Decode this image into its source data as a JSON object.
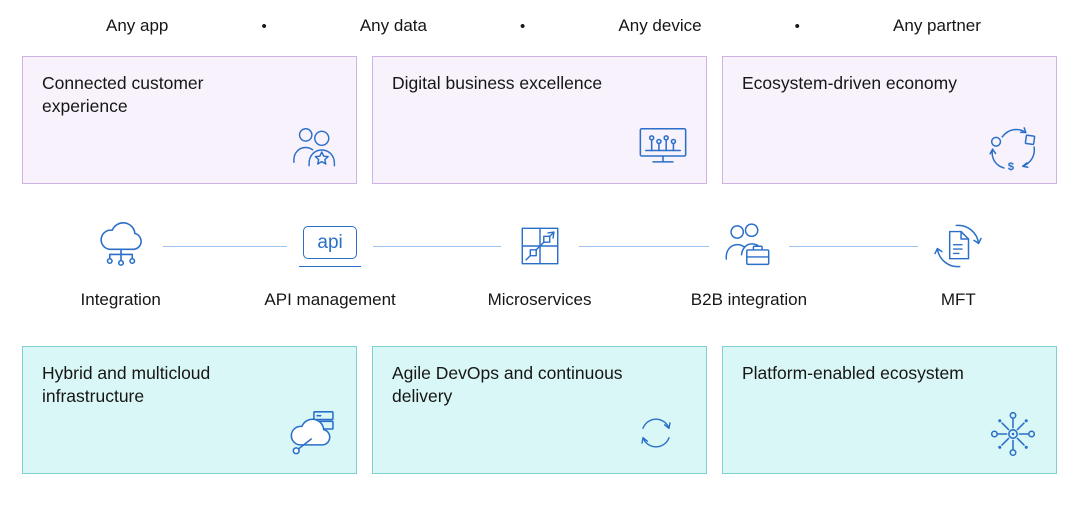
{
  "header": {
    "items": [
      "Any app",
      "Any data",
      "Any device",
      "Any partner"
    ],
    "separator": "•"
  },
  "top_boxes": [
    {
      "title": "Connected customer experience",
      "icon": "people-star-icon"
    },
    {
      "title": "Digital business excellence",
      "icon": "monitor-chart-icon"
    },
    {
      "title": "Ecosystem-driven economy",
      "icon": "circular-economy-icon"
    }
  ],
  "middle": {
    "items": [
      {
        "label": "Integration",
        "icon": "cloud-circuit-icon"
      },
      {
        "label": "API management",
        "icon": "api-chip-icon",
        "icon_text": "api"
      },
      {
        "label": "Microservices",
        "icon": "microservices-grid-icon"
      },
      {
        "label": "B2B integration",
        "icon": "people-briefcase-icon"
      },
      {
        "label": "MFT",
        "icon": "document-sync-icon"
      }
    ]
  },
  "bottom_boxes": [
    {
      "title": "Hybrid and multicloud infrastructure",
      "icon": "hybrid-cloud-icon"
    },
    {
      "title": "Agile DevOps and continuous delivery",
      "icon": "devops-loop-icon"
    },
    {
      "title": "Platform-enabled ecosystem",
      "icon": "ecosystem-network-icon"
    }
  ],
  "colors": {
    "purple_fill": "#f8f2fc",
    "purple_border": "#cdb2e4",
    "teal_fill": "#d9f7f6",
    "teal_border": "#7fd1cd",
    "icon_blue": "#2a6fc8",
    "connector": "#9ec4ee",
    "text": "#161616"
  }
}
